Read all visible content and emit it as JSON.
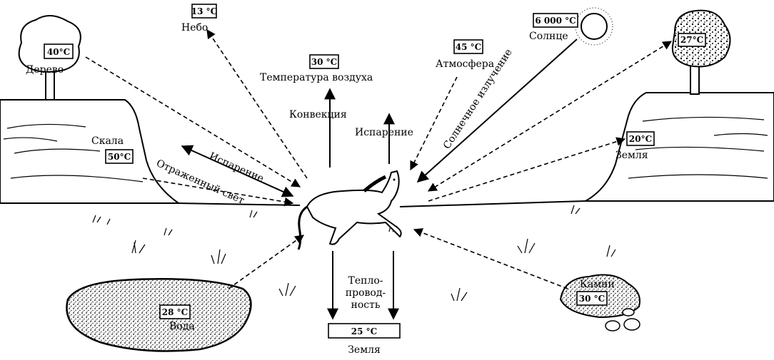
{
  "labels": {
    "sky": "Небо",
    "tree_left": "Дерево",
    "air_temperature": "Температура воздуха",
    "atmosphere": "Атмосфера",
    "sun": "Солнце",
    "convection": "Конвекция",
    "evaporation_up": "Испарение",
    "solar_radiation": "Солнечное излучение",
    "rock": "Скала",
    "evaporation_left": "Испарение",
    "reflected_light": "Отраженный свет",
    "earth_right": "Земля",
    "heat_conduction_line1": "Тепло-",
    "heat_conduction_line2": "провод-",
    "heat_conduction_line3": "ность",
    "earth_bottom": "Земля",
    "stones": "Камни",
    "water": "Вода"
  },
  "temperatures": {
    "sky": "13 °C",
    "tree_left": "40°C",
    "air": "30 °C",
    "atmosphere": "45 °C",
    "sun": "6 000 °C",
    "tree_right": "27°C",
    "rock": "50°C",
    "earth_right": "20°C",
    "water": "28 °C",
    "earth_bottom": "25 °C",
    "stones": "30 °C"
  }
}
